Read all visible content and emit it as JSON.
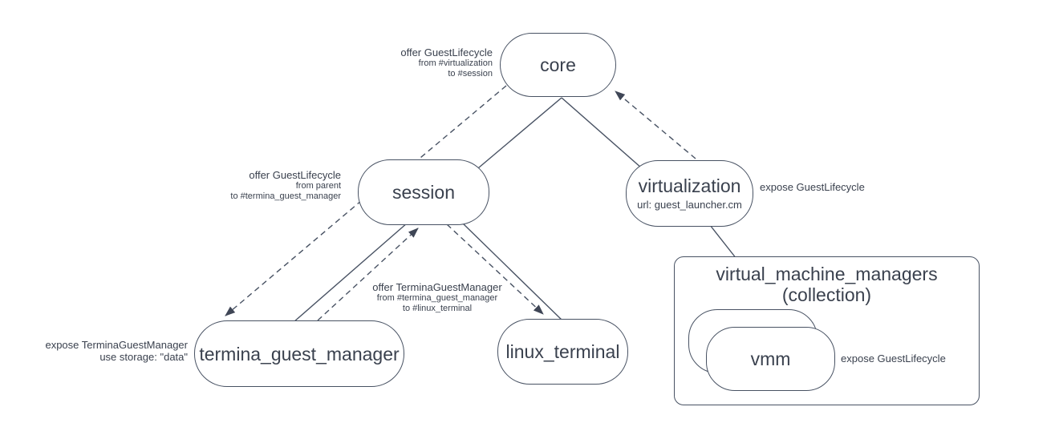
{
  "colors": {
    "background": "#ffffff",
    "stroke": "#485263",
    "text": "#3a414e"
  },
  "nodes": {
    "core": {
      "label": "core"
    },
    "session": {
      "label": "session"
    },
    "virtualization": {
      "label": "virtualization",
      "sublabel": "url: guest_launcher.cm"
    },
    "termina_guest_manager": {
      "label": "termina_guest_manager"
    },
    "linux_terminal": {
      "label": "linux_terminal"
    },
    "vmm_collection": {
      "title": "virtual_machine_managers",
      "subtitle": "(collection)"
    },
    "vmm": {
      "label": "vmm"
    }
  },
  "annotations": {
    "core_offer": {
      "lines": [
        "offer GuestLifecycle",
        "from #virtualization",
        "to #session"
      ]
    },
    "session_offer": {
      "lines": [
        "offer GuestLifecycle",
        "from parent",
        "to #termina_guest_manager"
      ]
    },
    "virtualization_expose": {
      "lines": [
        "expose GuestLifecycle"
      ]
    },
    "termina_expose": {
      "lines": [
        "expose TerminaGuestManager",
        "use storage: \"data\""
      ]
    },
    "terminal_offer": {
      "lines": [
        "offer TerminaGuestManager",
        "from #termina_guest_manager",
        "to #linux_terminal"
      ]
    },
    "vmm_expose": {
      "lines": [
        "expose GuestLifecycle"
      ]
    }
  }
}
